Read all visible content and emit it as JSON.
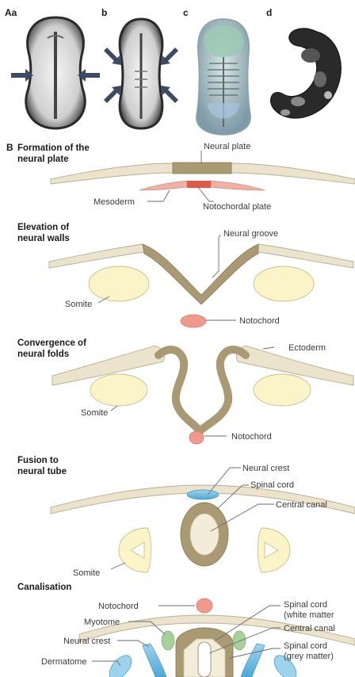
{
  "panel_labels": {
    "Aa": "Aa",
    "b": "b",
    "c": "c",
    "d": "d",
    "B": "B"
  },
  "stages": {
    "s1": {
      "line1": "Formation of the",
      "line2": "neural plate"
    },
    "s2": {
      "line1": "Elevation of",
      "line2": "neural walls"
    },
    "s3": {
      "line1": "Convergence of",
      "line2": "neural folds"
    },
    "s4": {
      "line1": "Fusion to",
      "line2": "neural tube"
    },
    "s5": {
      "line1": "Canalisation"
    }
  },
  "labels": {
    "neural_plate": "Neural plate",
    "mesoderm": "Mesoderm",
    "notochordal_plate": "Notochordal plate",
    "neural_groove": "Neural groove",
    "somite_2": "Somite",
    "notochord_2": "Notochord",
    "ectoderm": "Ectoderm",
    "somite_3": "Somite",
    "notochord_3": "Notochord",
    "neural_crest_4": "Neural crest",
    "spinal_cord_4": "Spinal cord",
    "central_canal_4": "Central canal",
    "somite_4": "Somite",
    "notochord_5": "Notochord",
    "myotome": "Myotome",
    "neural_crest_5": "Neural crest",
    "dermatome": "Dermatome",
    "spinal_cord_white_1": "Spinal cord",
    "spinal_cord_white_2": "(white matter",
    "central_canal_5": "Central canal",
    "spinal_cord_grey_1": "Spinal cord",
    "spinal_cord_grey_2": "(grey matter)"
  },
  "colors": {
    "ectoderm": "#ece3cc",
    "neural_plate": "#a99a74",
    "mesoderm": "#e8a090",
    "notochord": "#ef9a8a",
    "somite": "#fbf4c8",
    "neural_crest": "#6cb8dc",
    "myotome": "#a9cf9a"
  }
}
